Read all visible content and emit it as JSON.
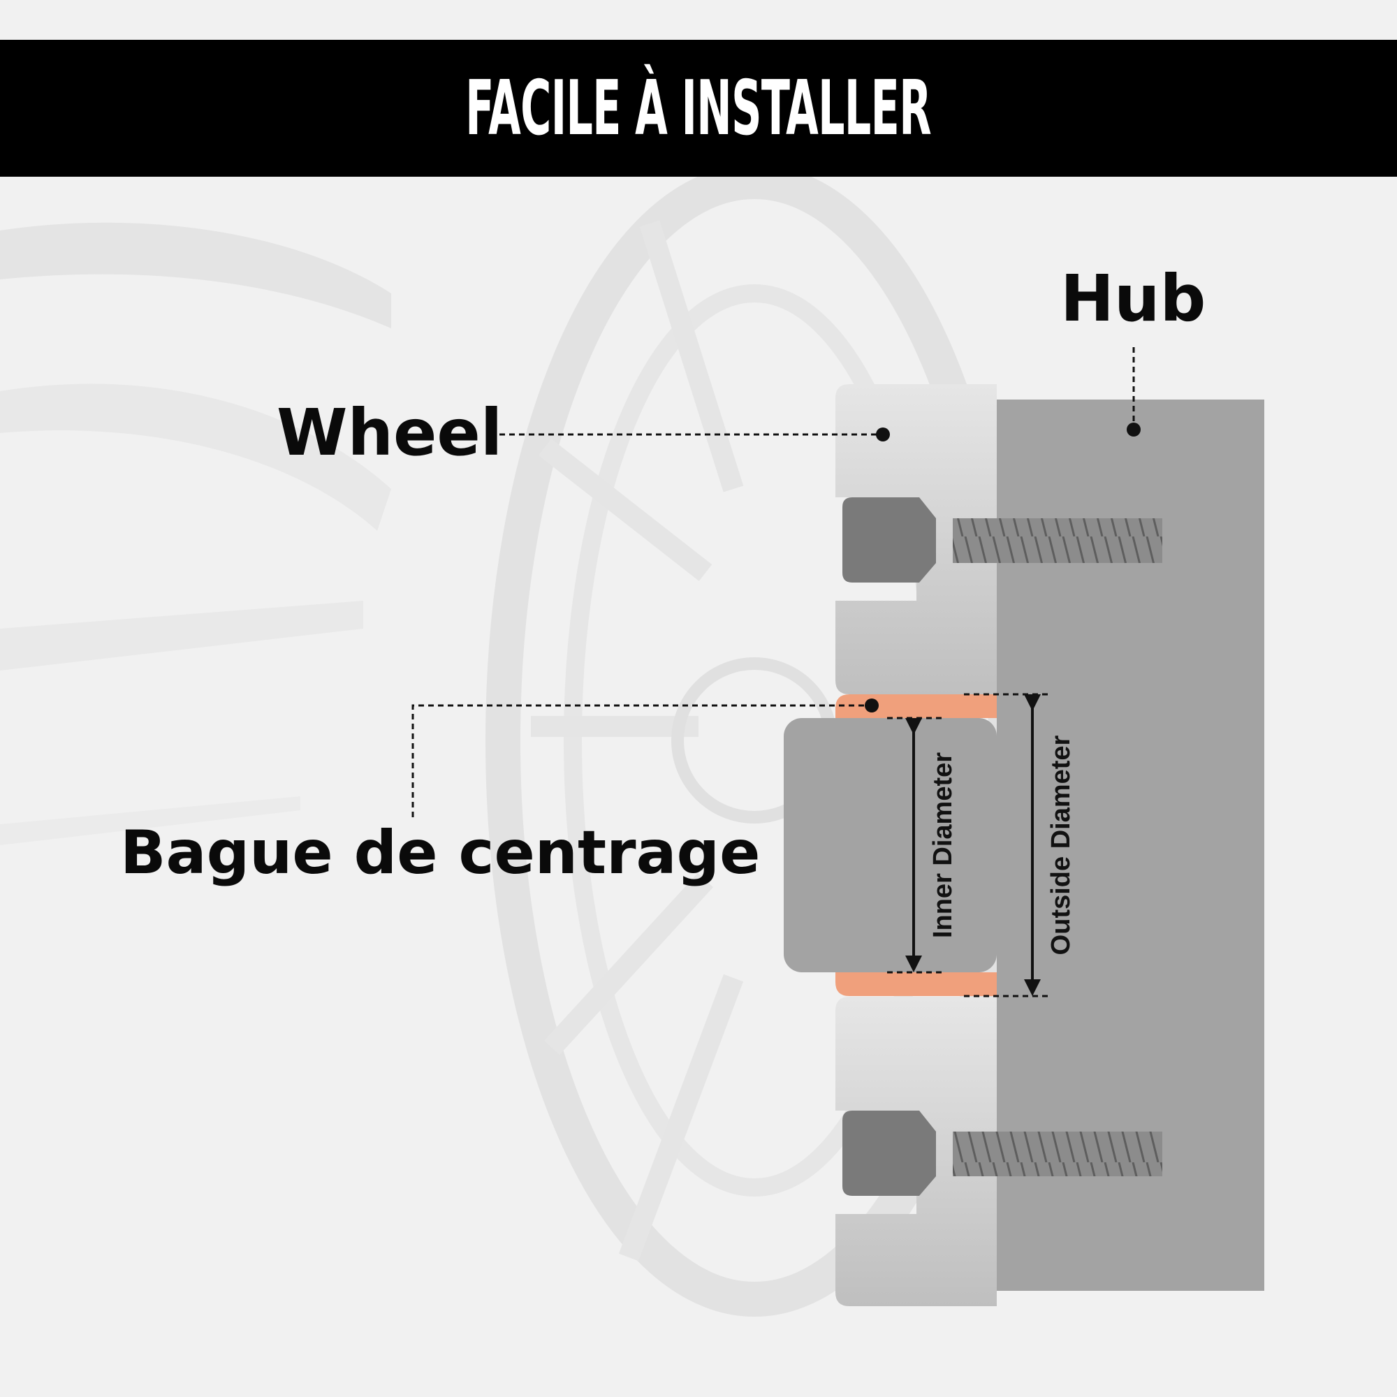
{
  "banner": {
    "title": "FACILE À INSTALLER"
  },
  "labels": {
    "hub": "Hub",
    "wheel": "Wheel",
    "centering_ring": "Bague de centrage",
    "inner_diameter": "Inner Diameter",
    "outside_diameter": "Outside Diameter"
  },
  "colors": {
    "banner_bg": "#000000",
    "banner_text": "#ffffff",
    "hub": "#a3a3a3",
    "wheel": "#d4d4d4",
    "ring": "#f0a07c",
    "bolt_head": "#7a7a7a",
    "bolt_shaft": "#8c8c8c",
    "label": "#0a0a0a"
  },
  "icons": [
    "bolt-icon"
  ]
}
